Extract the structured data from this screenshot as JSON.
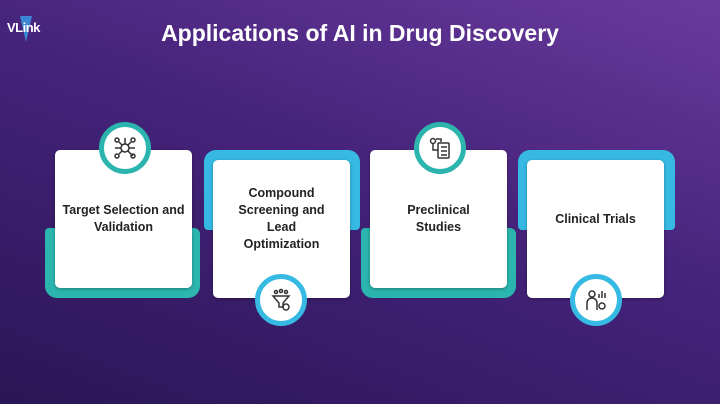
{
  "logo": {
    "text": "VLink"
  },
  "title": "Applications of AI in Drug Discovery",
  "steps": [
    {
      "label": "Target Selection and Validation",
      "icon": "network-target-icon",
      "color": "#2bb5ae"
    },
    {
      "label": "Compound Screening and Lead Optimization",
      "icon": "funnel-gear-icon",
      "color": "#36b9e2"
    },
    {
      "label": "Preclinical Studies",
      "icon": "clipboard-checklist-icon",
      "color": "#2bb5ae"
    },
    {
      "label": "Clinical Trials",
      "icon": "person-chart-icon",
      "color": "#36b9e2"
    }
  ]
}
